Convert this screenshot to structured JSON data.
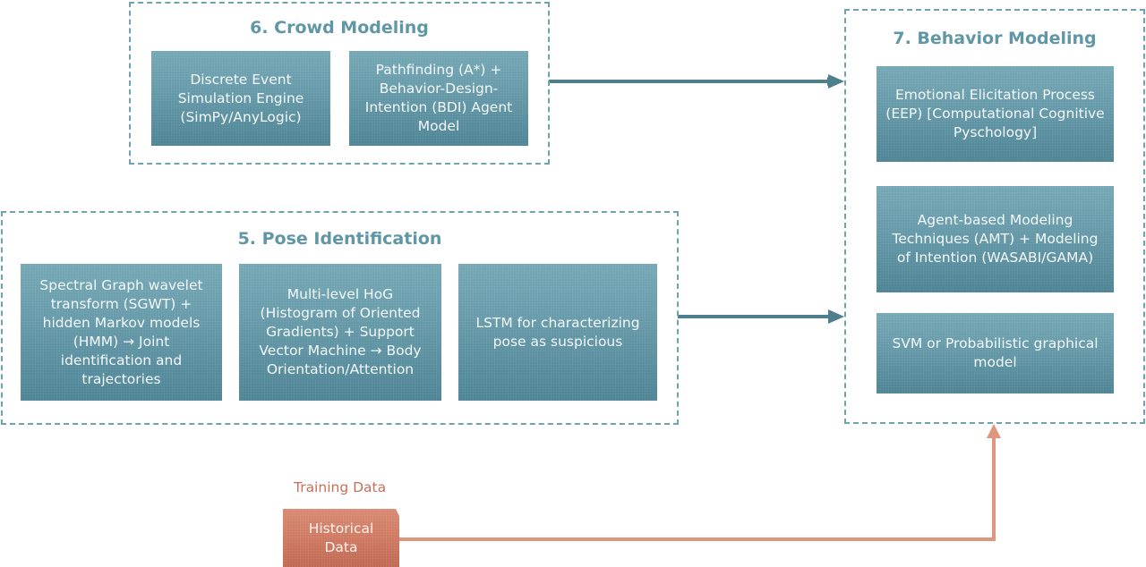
{
  "crowd": {
    "title": "6. Crowd Modeling",
    "boxes": [
      "Discrete Event Simulation Engine (SimPy/AnyLogic)",
      "Pathfinding (A*) + Behavior-Design-Intention (BDI) Agent Model"
    ]
  },
  "pose": {
    "title": "5. Pose Identification",
    "boxes": [
      "Spectral Graph wavelet transform (SGWT) + hidden Markov models (HMM) → Joint identification and trajectories",
      "Multi-level HoG (Histogram of Oriented Gradients) + Support Vector Machine → Body Orientation/Attention",
      "LSTM for characterizing pose as suspicious"
    ]
  },
  "behavior": {
    "title": "7. Behavior Modeling",
    "boxes": [
      "Emotional Elicitation Process (EEP) [Computational Cognitive Pyschology]",
      "Agent-based Modeling Techniques (AMT) + Modeling of Intention (WASABI/GAMA)",
      "SVM or Probabilistic graphical model"
    ]
  },
  "training": {
    "label": "Training Data",
    "box": "Historical Data"
  },
  "colors": {
    "teal_border": "#6fa3b0",
    "teal_title": "#5f97a6",
    "arrow_teal": "#4e7f8c",
    "arrow_salmon": "#e0957e",
    "salmon_text": "#c8705a"
  }
}
